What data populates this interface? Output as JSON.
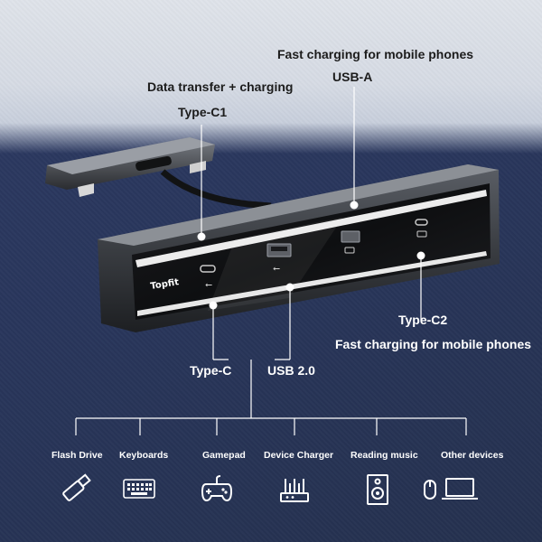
{
  "callouts": {
    "type_c1_desc": "Data transfer + charging",
    "type_c1": "Type-C1",
    "usb_a_desc": "Fast charging for mobile phones",
    "usb_a": "USB-A",
    "type_c2": "Type-C2",
    "type_c2_desc": "Fast charging for mobile phones",
    "type_c": "Type-C",
    "usb2": "USB 2.0"
  },
  "device": {
    "brand": "Topfit"
  },
  "devices": [
    {
      "label": "Flash Drive",
      "icon": "flash-drive-icon"
    },
    {
      "label": "Keyboards",
      "icon": "keyboard-icon"
    },
    {
      "label": "Gamepad",
      "icon": "gamepad-icon"
    },
    {
      "label": "Device Charger",
      "icon": "router-icon"
    },
    {
      "label": "Reading music",
      "icon": "speaker-icon"
    },
    {
      "label": "Other devices",
      "icon": "laptop-mouse-icon"
    }
  ],
  "colors": {
    "background": "#2a375e",
    "top_band": "#d9dee7",
    "accent_line": "#ffffff"
  }
}
